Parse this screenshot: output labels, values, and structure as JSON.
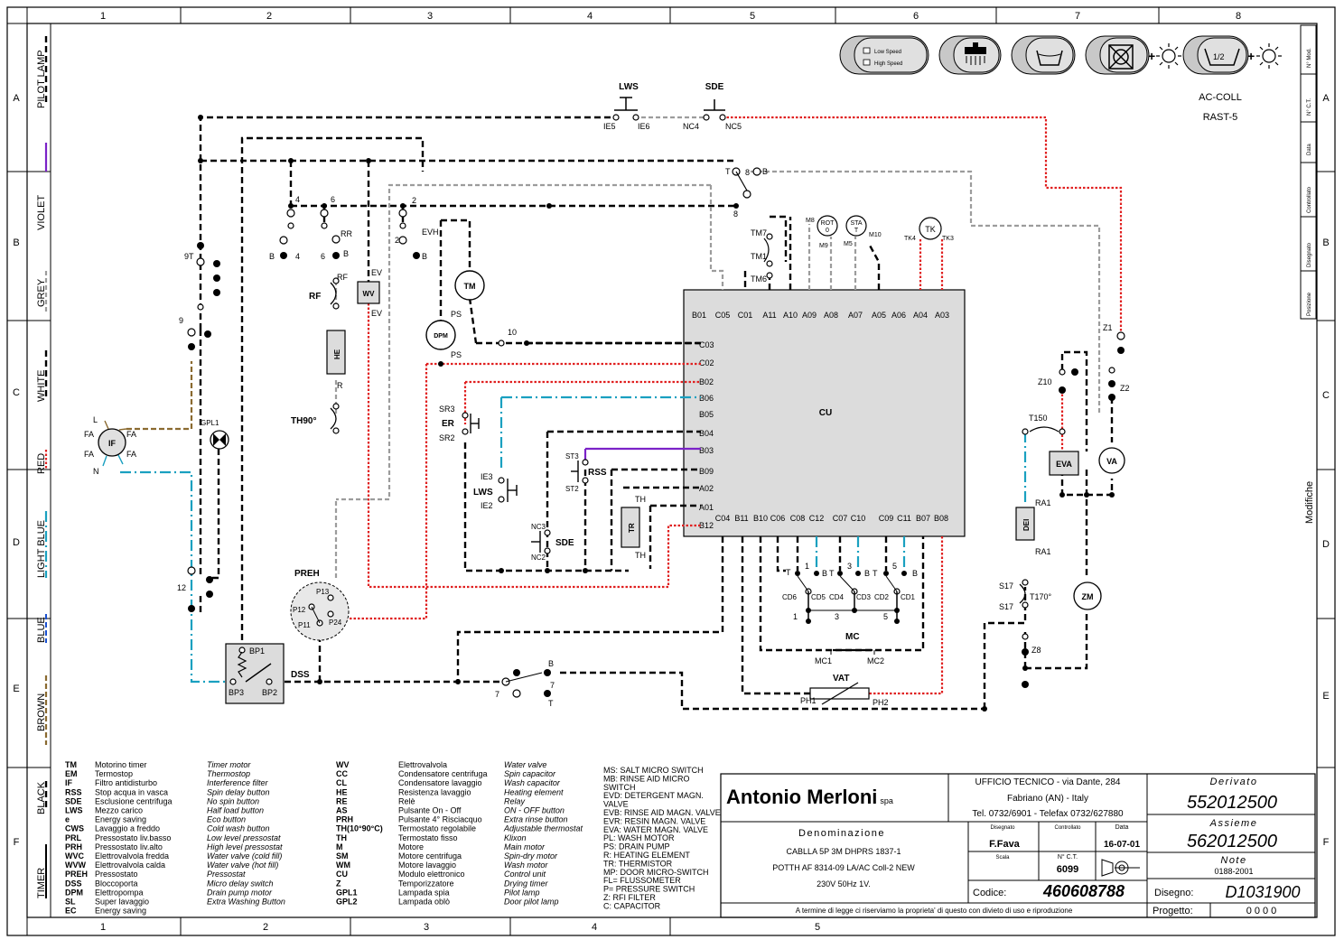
{
  "grid": {
    "columns": [
      "1",
      "2",
      "3",
      "4",
      "5",
      "6",
      "7",
      "8"
    ],
    "bottom_columns": [
      "1",
      "2",
      "3",
      "4",
      "5"
    ],
    "rows": [
      "A",
      "B",
      "C",
      "D",
      "E",
      "F"
    ]
  },
  "right_strip": [
    "N° Mod.",
    "N° C.T.",
    "Data",
    "Controllato",
    "Disegnato",
    "Posizione",
    "Modifiche"
  ],
  "wire_colors": [
    {
      "name": "PILOT LAMP",
      "color": "#000000",
      "style": "dash"
    },
    {
      "name": "VIOLET",
      "color": "#7b22c8",
      "style": "solid"
    },
    {
      "name": "GREY",
      "color": "#9c9c9c",
      "style": "dash"
    },
    {
      "name": "WHITE",
      "color": "#000000",
      "style": "dash"
    },
    {
      "name": "RED",
      "color": "#e02020",
      "style": "dot"
    },
    {
      "name": "LIGHT BLUE",
      "color": "#1aa0c0",
      "style": "dash"
    },
    {
      "name": "BLUE",
      "color": "#1a50d0",
      "style": "dash"
    },
    {
      "name": "BROWN",
      "color": "#8a6a30",
      "style": "dash"
    },
    {
      "name": "BLACK",
      "color": "#000000",
      "style": "dash"
    },
    {
      "name": "TIMER",
      "color": "#000000",
      "style": "solid"
    }
  ],
  "top_panel": {
    "speed_low": "Low Speed",
    "speed_high": "High Speed",
    "half_label": "1/2",
    "plus": "+",
    "model_line1": "AC-COLL",
    "model_line2": "RAST-5"
  },
  "labels": {
    "lws": "LWS",
    "sde": "SDE",
    "ie5": "IE5",
    "ie6": "IE6",
    "nc4": "NC4",
    "nc5": "NC5",
    "t": "T",
    "b": "B",
    "n8": "8",
    "tm7": "TM7",
    "tm1": "TM1",
    "tm6": "TM6",
    "m8": "M8",
    "m9": "M9",
    "rot": "ROT",
    "zero": "0",
    "m5": "M5",
    "m10": "M10",
    "sta": "STA",
    "tk": "TK",
    "tk4": "TK4",
    "tk3": "TK3",
    "t1": "T",
    "n4": "4",
    "n6": "6",
    "n2": "2",
    "rr": "RR",
    "evh": "EVH",
    "ev": "EV",
    "ninet": "9T",
    "nine": "9",
    "rf": "RF",
    "wv": "WV",
    "tm": "TM",
    "ps": "PS",
    "dpm": "DPM",
    "he": "HE",
    "r": "R",
    "th90": "TH90°",
    "ten": "10",
    "sr3": "SR3",
    "er": "ER",
    "sr2": "SR2",
    "ie3": "IE3",
    "ie2": "IE2",
    "st3": "ST3",
    "rss": "RSS",
    "st2": "ST2",
    "nc3": "NC3",
    "nc2": "NC2",
    "th": "TH",
    "tr": "TR",
    "cu": "CU",
    "preh": "PREH",
    "p13": "P13",
    "p12": "P12",
    "p11": "P11",
    "p24": "P24",
    "bp1": "BP1",
    "bp3": "BP3",
    "bp2": "BP2",
    "dss": "DSS",
    "seven": "7",
    "twelve": "12",
    "l": "L",
    "fa": "FA",
    "n": "N",
    "if": "IF",
    "gpl1": "GPL1",
    "cd6": "CD6",
    "cd5": "CD5",
    "cd4": "CD4",
    "cd3": "CD3",
    "cd2": "CD2",
    "cd1": "CD1",
    "one": "1",
    "three": "3",
    "five": "5",
    "mc": "MC",
    "mc1": "MC1",
    "mc2": "MC2",
    "vat": "VAT",
    "ph1": "PH1",
    "ph2": "PH2",
    "z1": "Z1",
    "z2": "Z2",
    "z10": "Z10",
    "t150": "T150",
    "eva": "EVA",
    "va": "VA",
    "ra1": "RA1",
    "dei": "DEI",
    "zm": "ZM",
    "s17": "S17",
    "t170": "T170°",
    "z8": "Z8"
  },
  "cu_top_pins": [
    "B01",
    "C05",
    "C01",
    "A11",
    "A10",
    "A09",
    "A08",
    "A07",
    "A05",
    "A06",
    "A04",
    "A03"
  ],
  "cu_left_pins": [
    "C03",
    "C02",
    "B02",
    "B06",
    "B05",
    "B04",
    "B03",
    "B09",
    "A02",
    "A01",
    "B12"
  ],
  "cu_bottom_pins": [
    "C04",
    "B11",
    "B10",
    "C06",
    "C08",
    "C12",
    "C07",
    "C10",
    "C09",
    "C11",
    "B07",
    "B08"
  ],
  "legend_col1": [
    [
      "TM",
      "Motorino timer",
      "Timer motor"
    ],
    [
      "EM",
      "Termostop",
      "Thermostop"
    ],
    [
      "IF",
      "Filtro antidisturbo",
      "Interference filter"
    ],
    [
      "RSS",
      "Stop acqua in vasca",
      "Spin delay button"
    ],
    [
      "SDE",
      "Esclusione centrifuga",
      "No spin button"
    ],
    [
      "LWS",
      "Mezzo carico",
      "Half load button"
    ],
    [
      "e",
      "Energy saving",
      "Eco button"
    ],
    [
      "CWS",
      "Lavaggio a freddo",
      "Cold wash button"
    ],
    [
      "PRL",
      "Pressostato liv.basso",
      "Low level pressostat"
    ],
    [
      "PRH",
      "Pressostato liv.alto",
      "High level pressostat"
    ],
    [
      "WVC",
      "Elettrovalvola fredda",
      "Water valve (cold fill)"
    ],
    [
      "WVW",
      "Elettrovalvola calda",
      "Water valve (hot fill)"
    ],
    [
      "PREH",
      "Pressostato",
      "Pressostat"
    ],
    [
      "DSS",
      "Bloccoporta",
      "Micro delay switch"
    ],
    [
      "DPM",
      "Elettropompa",
      "Drain pump motor"
    ],
    [
      "SL",
      "Super lavaggio",
      "Extra Washing Button"
    ],
    [
      "EC",
      "Energy saving",
      ""
    ]
  ],
  "legend_col2": [
    [
      "WV",
      "Elettrovalvola",
      "Water valve"
    ],
    [
      "CC",
      "Condensatore centrifuga",
      "Spin capacitor"
    ],
    [
      "CL",
      "Condensatore lavaggio",
      "Wash capacitor"
    ],
    [
      "HE",
      "Resistenza lavaggio",
      "Heating element"
    ],
    [
      "RE",
      "Relè",
      "Relay"
    ],
    [
      "AS",
      "Pulsante On - Off",
      "ON - OFF button"
    ],
    [
      "PRH",
      "Pulsante 4° Risciacquo",
      "Extra rinse button"
    ],
    [
      "TH(10°90°C)",
      "Termostato regolabile",
      "Adjustable thermostat"
    ],
    [
      "TH",
      "Termostato fisso",
      "Klixon"
    ],
    [
      "M",
      "Motore",
      "Main motor"
    ],
    [
      "SM",
      "Motore centrifuga",
      "Spin-dry motor"
    ],
    [
      "WM",
      "Motore lavaggio",
      "Wash motor"
    ],
    [
      "CU",
      "Modulo elettronico",
      "Control unit"
    ],
    [
      "Z",
      "Temporizzatore",
      "Drying timer"
    ],
    [
      "GPL1",
      "Lampada spia",
      "Pilot lamp"
    ],
    [
      "GPL2",
      "Lampada oblò",
      "Door pilot lamp"
    ]
  ],
  "legend_col3": [
    "MS: SALT MICRO SWITCH",
    "MB: RINSE AID MICRO",
    "SWITCH",
    "EVD: DETERGENT MAGN.",
    "VALVE",
    "EVB: RINSE AID MAGN. VALVE",
    "EVR: RESIN MAGN. VALVE",
    "EVA: WATER MAGN. VALVE",
    "PL: WASH MOTOR",
    "PS: DRAIN PUMP",
    "R: HEATING ELEMENT",
    "TR: THERMISTOR",
    "MP: DOOR MICRO-SWITCH",
    "FL= FLUSSOMETER",
    "P= PRESSURE SWITCH",
    "Z: RFI FILTER",
    "C: CAPACITOR"
  ],
  "title_block": {
    "company": "Antonio Merloni",
    "company_suffix": "spa",
    "office": "UFFICIO TECNICO   -   via Dante, 284",
    "city": "Fabriano (AN)  -  Italy",
    "phone": "Tel. 0732/6901 - Telefax 0732/627880",
    "denominazione_label": "Denominazione",
    "desc1": "CABLLA 5P 3M DHPRS 1837-1",
    "desc2": "POTTH AF 8314-09 LA/AC Coll-2 NEW",
    "desc3": "230V 50Hz 1V.",
    "disegnato_label": "Disegnato",
    "disegnato": "F.Fava",
    "controllato_label": "Controllato",
    "data_label": "Data",
    "data": "16-07-01",
    "scala_label": "Scala",
    "nct_label": "N° C.T.",
    "nct": "6099",
    "codice_label": "Codice:",
    "codice": "460608788",
    "derivato_label": "Derivato",
    "derivato": "552012500",
    "assieme_label": "Assieme",
    "assieme": "562012500",
    "note_label": "Note",
    "note": "0188-2001",
    "disegno_label": "Disegno:",
    "disegno": "D1031900",
    "progetto_label": "Progetto:",
    "progetto": "0000",
    "footer": "A termine di legge ci riserviamo la proprieta' di questo con divieto di uso e riproduzione"
  }
}
